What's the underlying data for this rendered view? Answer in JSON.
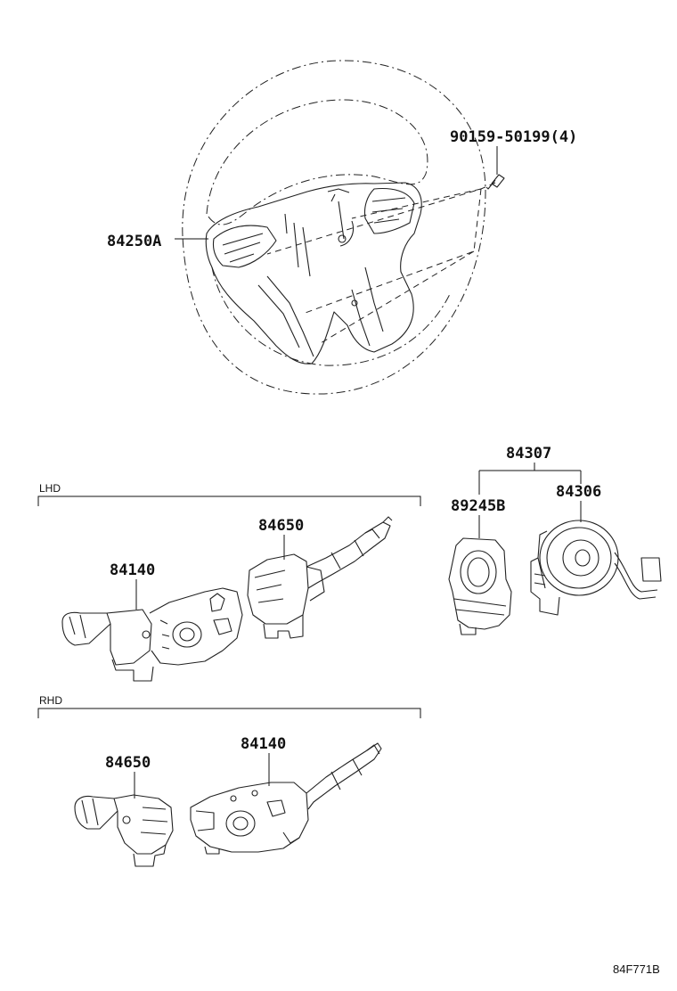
{
  "labels": {
    "bolt": "90159-50199(4)",
    "pad": "84250A",
    "spiral_assy": "84307",
    "sensor": "89245B",
    "spiral_cable": "84306",
    "lhd_combo_left": "84140",
    "lhd_combo_right": "84650",
    "rhd_combo_left": "84650",
    "rhd_combo_right": "84140"
  },
  "sections": {
    "lhd": "LHD",
    "rhd": "RHD"
  },
  "figure_ref": "84F771B"
}
